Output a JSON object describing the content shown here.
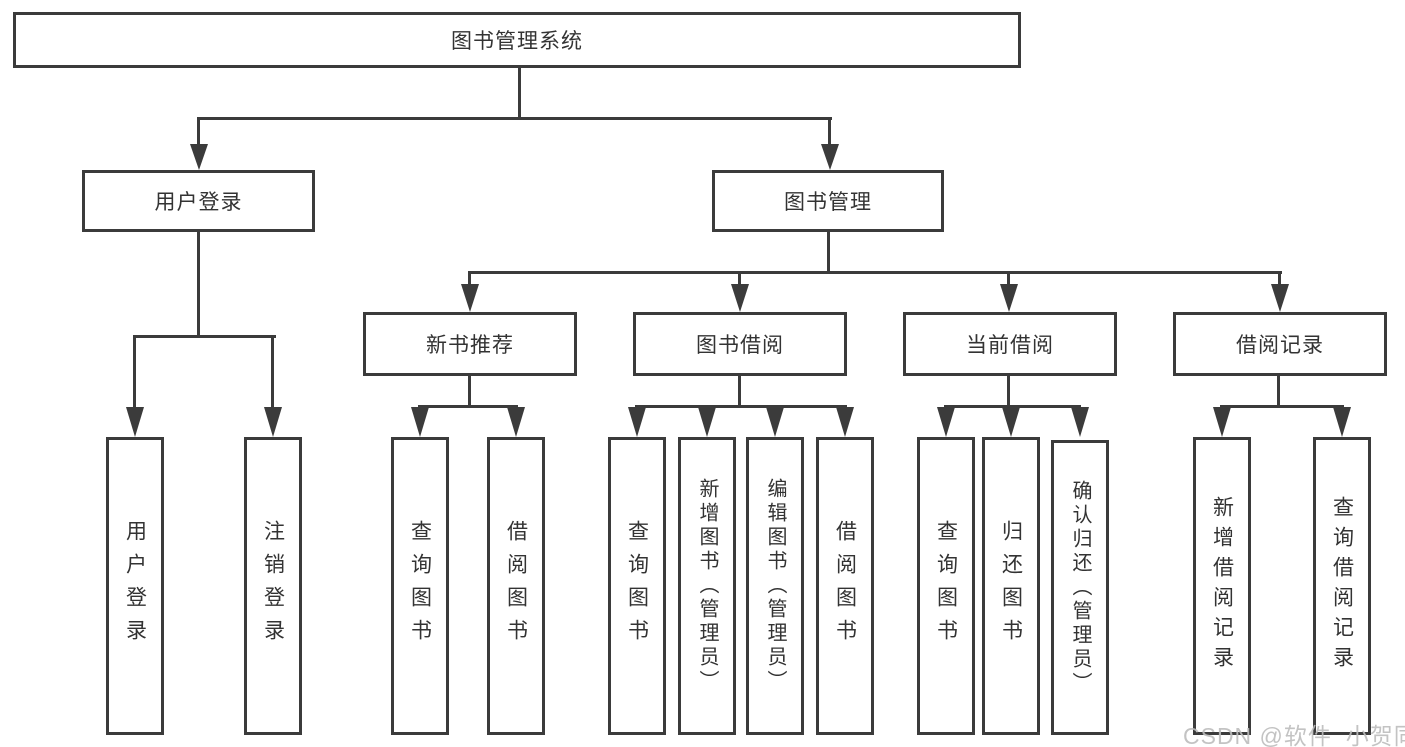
{
  "diagram": {
    "root": {
      "label": "图书管理系统"
    },
    "level2": [
      {
        "label": "用户登录"
      },
      {
        "label": "图书管理"
      }
    ],
    "level3": [
      {
        "label": "新书推荐"
      },
      {
        "label": "图书借阅"
      },
      {
        "label": "当前借阅"
      },
      {
        "label": "借阅记录"
      }
    ],
    "leaves": {
      "user": [
        "用户登录",
        "注销登录"
      ],
      "recommend": [
        "查询图书",
        "借阅图书"
      ],
      "borrow": [
        "查询图书",
        "新增图书（管理员）",
        "编辑图书（管理员）",
        "借阅图书"
      ],
      "current": [
        "查询图书",
        "归还图书",
        "确认归还（管理员）"
      ],
      "records": [
        "新增借阅记录",
        "查询借阅记录"
      ]
    },
    "colors": {
      "line": "#3b3b3b",
      "text": "#333333",
      "background": "#ffffff",
      "watermark": "#bcbcbc"
    },
    "watermark": "CSDN @软件_小贺同学"
  }
}
